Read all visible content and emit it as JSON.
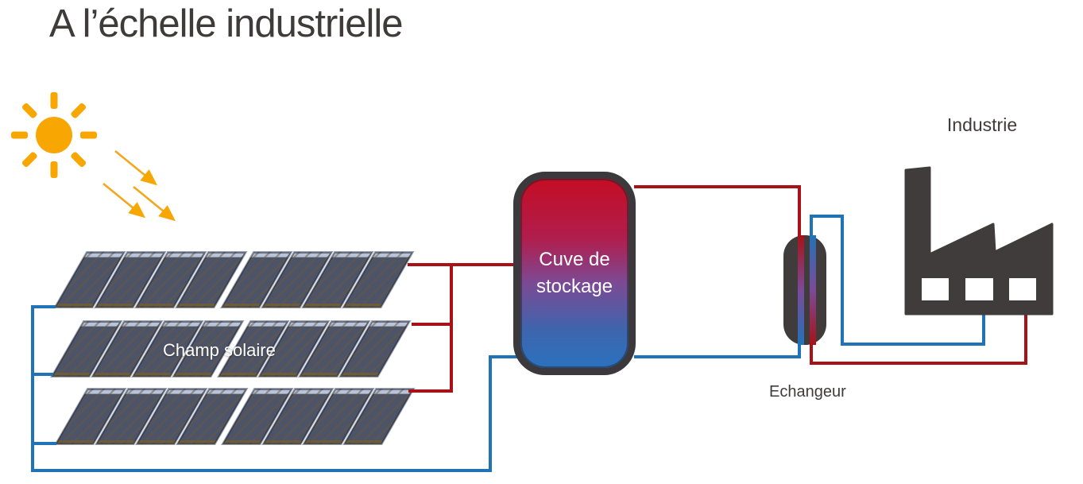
{
  "title": "A l’échelle industrielle",
  "labels": {
    "solar_field": "Champ solaire",
    "storage_tank": "Cuve de\nstockage",
    "exchanger": "Echangeur",
    "industry": "Industrie"
  },
  "solar_field": {
    "rows": 3,
    "groups_per_row": 2,
    "panels_per_group": 4
  },
  "colors": {
    "pipe_hot": "#a81216",
    "pipe_cold": "#2173b8",
    "sun": "#f8a602",
    "arrow": "#f2a71f",
    "tank_top": "#c40d24",
    "tank_bottom": "#2b72bf",
    "dark_gray": "#403c3c",
    "panel_glass": "#4e5467",
    "text_dark": "#3f3b3a"
  }
}
